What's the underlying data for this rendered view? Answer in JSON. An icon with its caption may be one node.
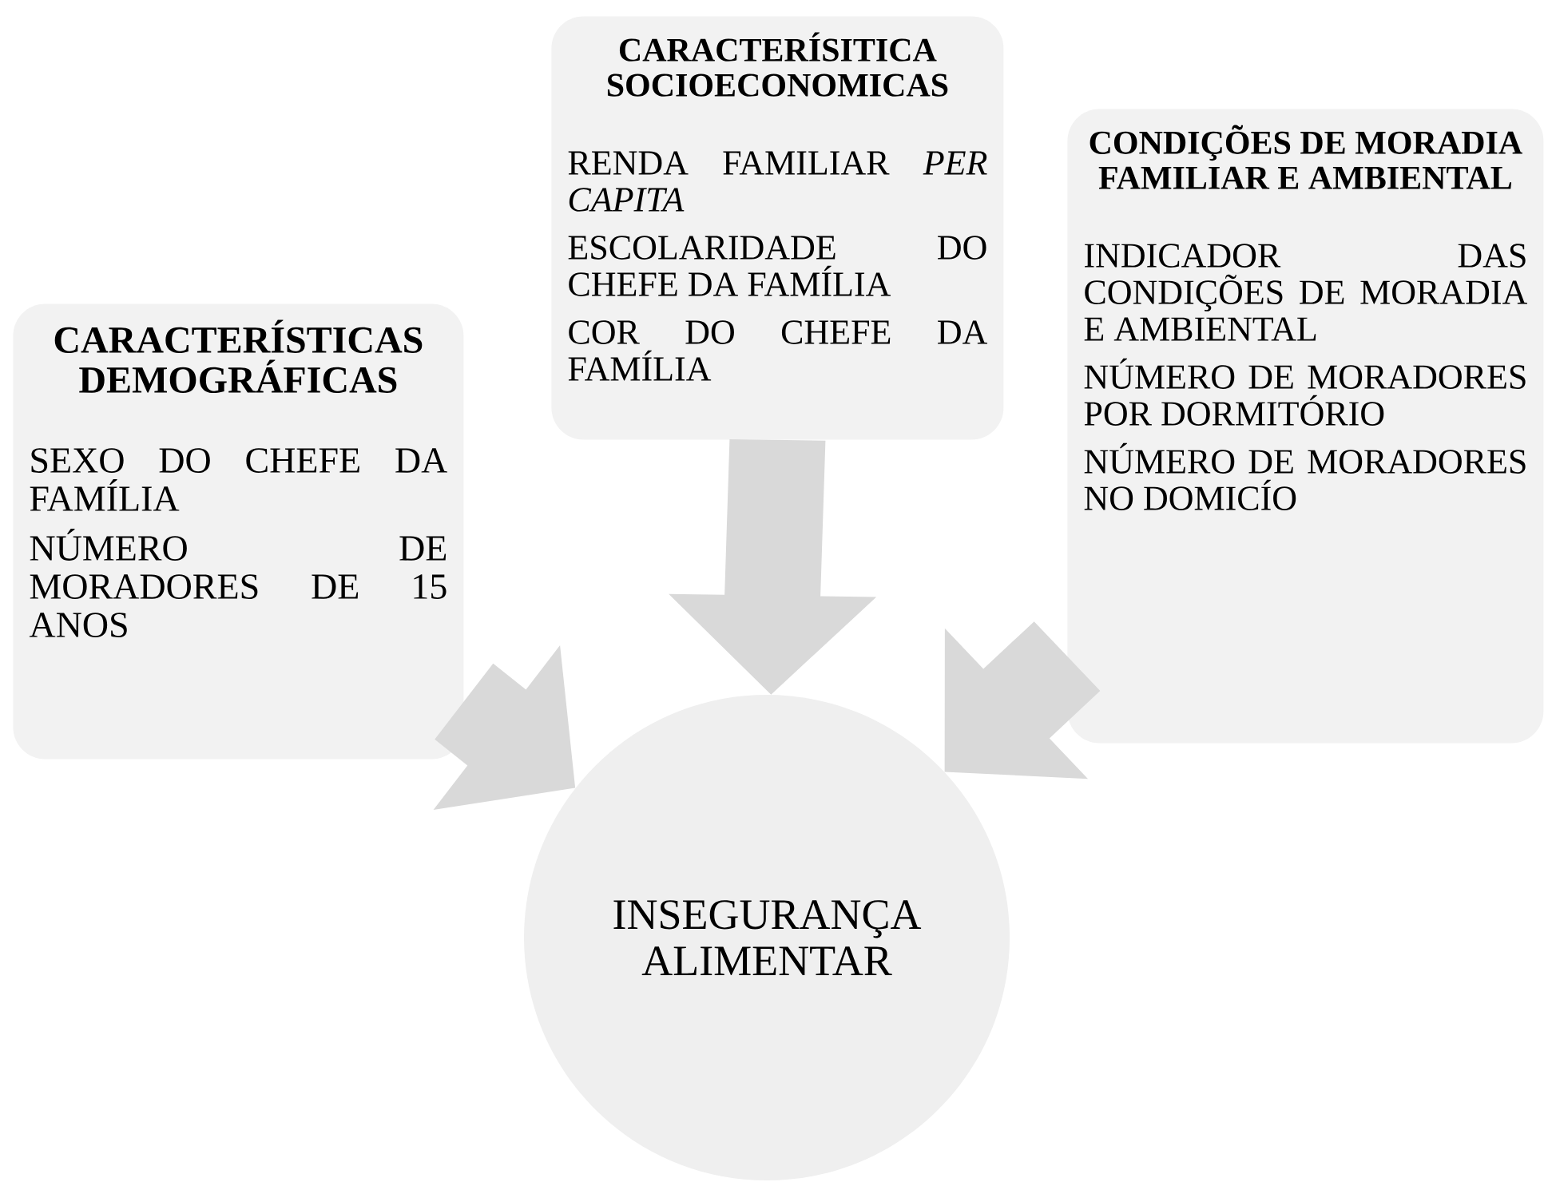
{
  "diagram": {
    "nodes": [
      {
        "text": [
          "CARACTERÍSTICAS DEMOGRÁFICAS",
          "SEXO DO CHEFE DA FAMÍLIA",
          "NÚMERO DE MORADORES DE 15 ANOS"
        ]
      },
      {
        "text": [
          "CARACTERÍSITICA SOCIOECONOMICAS",
          "RENDA FAMILIAR *PER CAPITA*",
          "ESCOLARIDADE DO CHEFE DA FAMÍLIA",
          "COR DO CHEFE DA FAMÍLIA"
        ]
      },
      {
        "text": [
          "CONDIÇÕES DE MORADIA FAMILIAR E AMBIENTAL",
          "INDICADOR DAS CONDIÇÕES DE MORADIA E AMBIENTAL",
          "NÚMERO DE MORADORES POR DORMITÓRIO",
          "NÚMERO DE MORADORES NO DOMICÍO"
        ]
      },
      {
        "text": [
          "INSEGURANÇA ALIMENTAR"
        ]
      }
    ],
    "edges": [
      {
        "from": 0,
        "to": 3,
        "arrow": "to"
      },
      {
        "from": 1,
        "to": 3,
        "arrow": "to"
      },
      {
        "from": 2,
        "to": 3,
        "arrow": "to"
      }
    ]
  }
}
